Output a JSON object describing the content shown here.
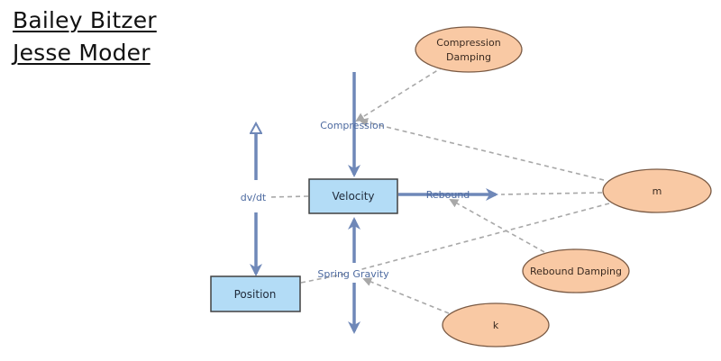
{
  "authors": [
    "Bailey Bitzer",
    "Jesse Moder"
  ],
  "stocks": {
    "velocity": "Velocity",
    "position": "Position"
  },
  "flows": {
    "compression": "Compression",
    "rebound": "Rebound",
    "dv_dt": "dv/dt",
    "spring_gravity": "Spring Gravity"
  },
  "auxiliaries": {
    "compression_damping": [
      "Compression",
      "Damping"
    ],
    "m": "m",
    "rebound_damping": "Rebound Damping",
    "k": "k"
  },
  "colors": {
    "stock_fill": "#b3dcf6",
    "stock_border": "#404040",
    "aux_fill": "#f9c9a4",
    "aux_border": "#7a5a44",
    "flow": "#6f88b8",
    "link": "#a8a8a8"
  }
}
